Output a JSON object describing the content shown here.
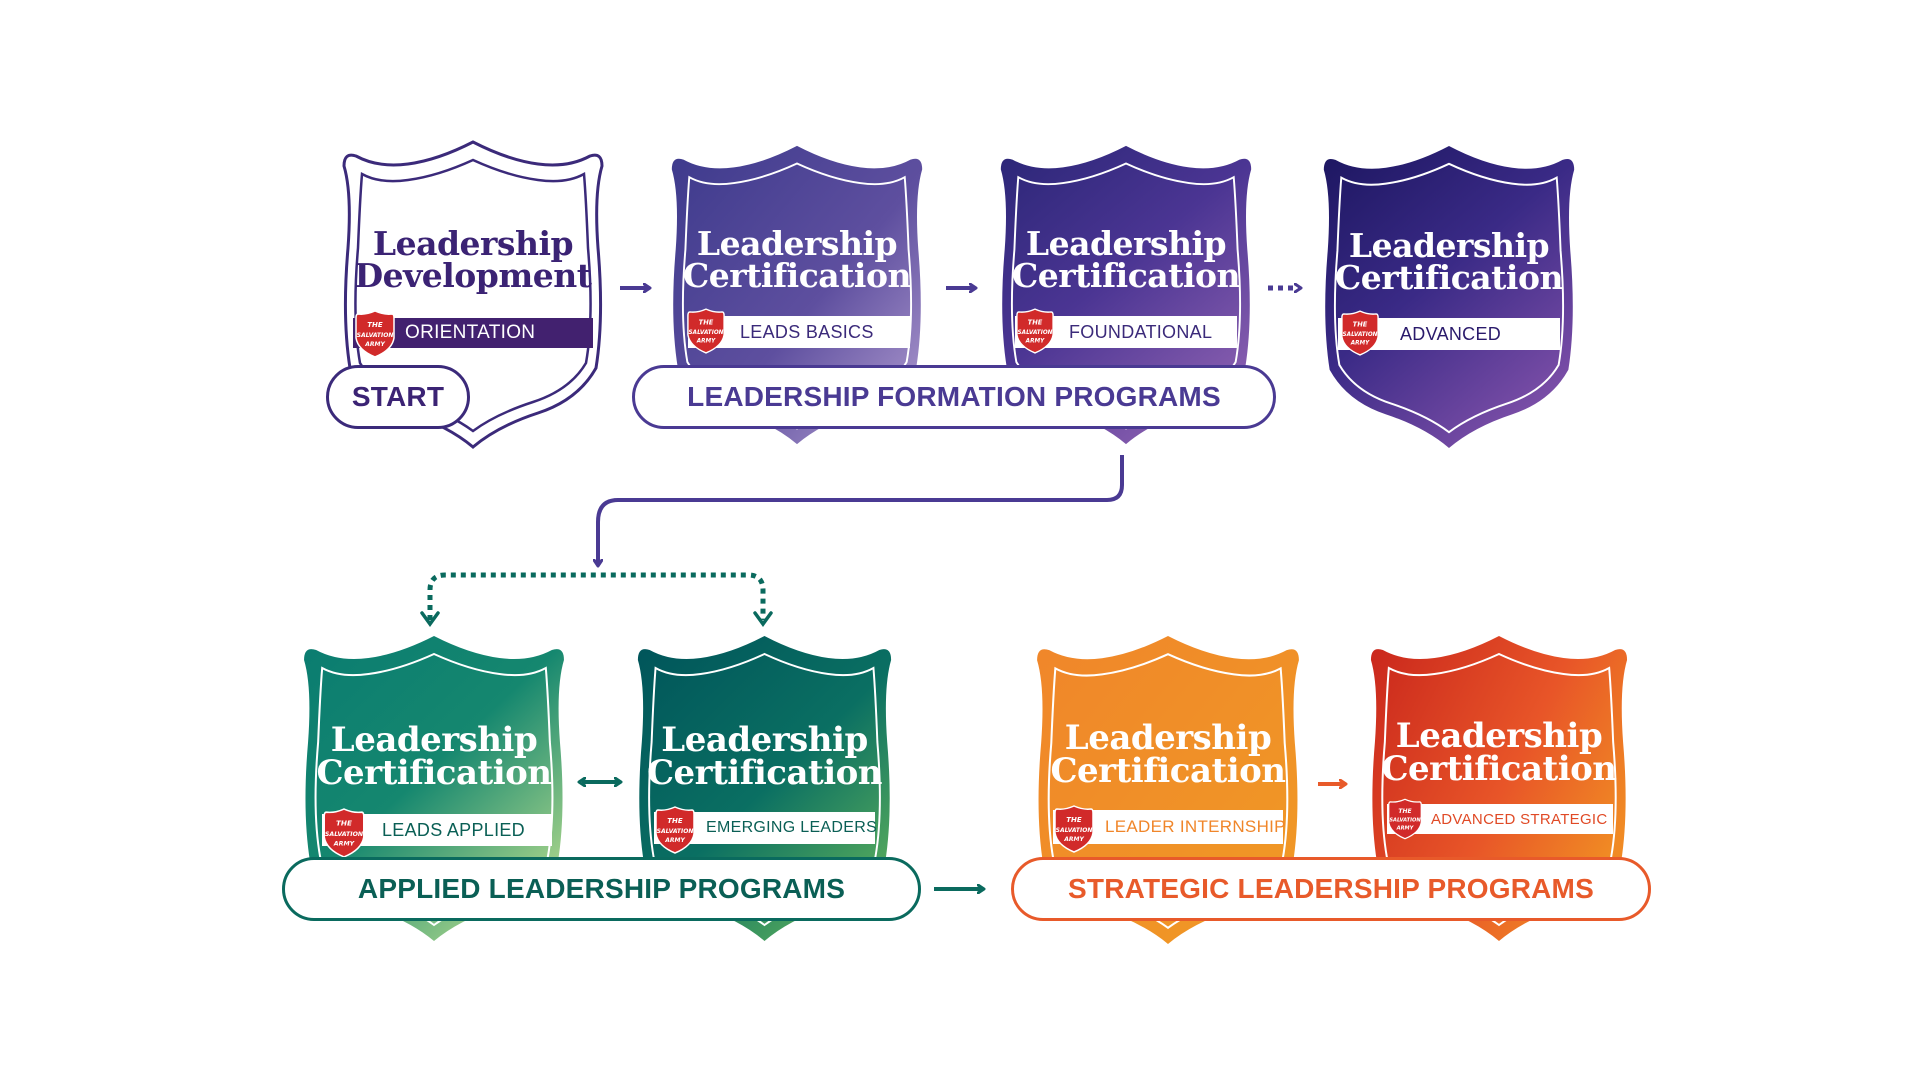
{
  "colors": {
    "purple_dark": "#2a1a6b",
    "purple_mid": "#4a3a93",
    "purple_light": "#9b86c4",
    "teal_dark": "#005e5e",
    "teal": "#0b7f74",
    "green_light": "#b6db8f",
    "orange": "#f08a24",
    "orange_red": "#d93a20",
    "crest_red": "#d12a2a"
  },
  "crest": {
    "line1": "THE",
    "line2": "SALVATION",
    "line3": "ARMY"
  },
  "row1": {
    "start_badge": {
      "title_line1": "Leadership",
      "title_line2": "Development",
      "band": "ORIENTATION",
      "pill": "START"
    },
    "badges": [
      {
        "title_line1": "Leadership",
        "title_line2": "Certification",
        "band": "LEADS BASICS"
      },
      {
        "title_line1": "Leadership",
        "title_line2": "Certification",
        "band": "FOUNDATIONAL"
      },
      {
        "title_line1": "Leadership",
        "title_line2": "Certification",
        "band": "ADVANCED"
      }
    ],
    "group_label": "LEADERSHIP FORMATION PROGRAMS"
  },
  "row2": {
    "applied": {
      "badges": [
        {
          "title_line1": "Leadership",
          "title_line2": "Certification",
          "band": "LEADS APPLIED"
        },
        {
          "title_line1": "Leadership",
          "title_line2": "Certification",
          "band": "EMERGING LEADERS"
        }
      ],
      "group_label": "APPLIED LEADERSHIP PROGRAMS"
    },
    "strategic": {
      "badges": [
        {
          "title_line1": "Leadership",
          "title_line2": "Certification",
          "band": "LEADER INTERNSHIP"
        },
        {
          "title_line1": "Leadership",
          "title_line2": "Certification",
          "band": "ADVANCED STRATEGIC"
        }
      ],
      "group_label": "STRATEGIC LEADERSHIP PROGRAMS"
    }
  },
  "arrows": [
    {
      "from": "ORIENTATION",
      "to": "LEADS BASICS",
      "style": "solid"
    },
    {
      "from": "LEADS BASICS",
      "to": "FOUNDATIONAL",
      "style": "solid"
    },
    {
      "from": "FOUNDATIONAL",
      "to": "ADVANCED",
      "style": "dotted"
    },
    {
      "from": "FOUNDATIONAL",
      "to": "APPLIED LEADERSHIP PROGRAMS",
      "style": "solid-elbow"
    },
    {
      "from": "LEADS APPLIED",
      "to": "EMERGING LEADERS",
      "style": "bidirectional"
    },
    {
      "from": "APPLIED LEADERSHIP PROGRAMS",
      "to": "STRATEGIC LEADERSHIP PROGRAMS",
      "style": "solid"
    },
    {
      "from": "LEADER INTERNSHIP",
      "to": "ADVANCED STRATEGIC",
      "style": "solid"
    }
  ]
}
